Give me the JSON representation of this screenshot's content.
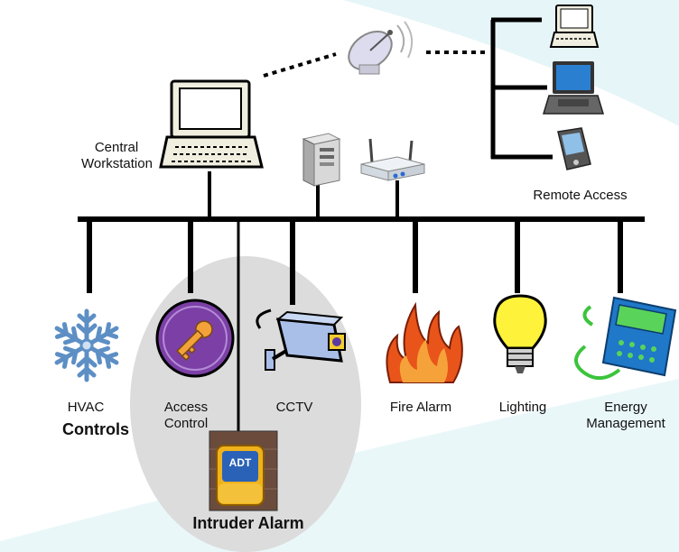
{
  "colors": {
    "background_tint": "#e6f5f8",
    "bus": "#000000",
    "security_group": "#dcdcdc",
    "fire": "#e8541a",
    "bulb": "#fff23a",
    "access_badge": "#7b3fa6",
    "energy_device": "#1f78c8",
    "energy_wire": "#3cc43c"
  },
  "labels": {
    "central_line1": "Central",
    "central_line2": "Workstation",
    "remote_access": "Remote Access",
    "hvac": "HVAC",
    "controls": "Controls",
    "access_line1": "Access",
    "access_line2": "Control",
    "cctv": "CCTV",
    "fire_alarm": "Fire Alarm",
    "lighting": "Lighting",
    "energy_line1": "Energy",
    "energy_line2": "Management",
    "intruder_alarm": "Intruder Alarm",
    "adt": "ADT"
  },
  "icons": {
    "workstation": "desktop-computer-icon",
    "satellite": "satellite-dish-icon",
    "remote_desktop": "desktop-computer-icon",
    "remote_laptop": "laptop-icon",
    "remote_pda": "pda-icon",
    "server": "server-tower-icon",
    "router": "wireless-router-icon",
    "hvac": "snowflake-icon",
    "access": "key-icon",
    "cctv": "security-camera-icon",
    "fire": "flame-icon",
    "lighting": "light-bulb-icon",
    "energy": "energy-meter-icon",
    "intruder": "alarm-box-icon"
  }
}
